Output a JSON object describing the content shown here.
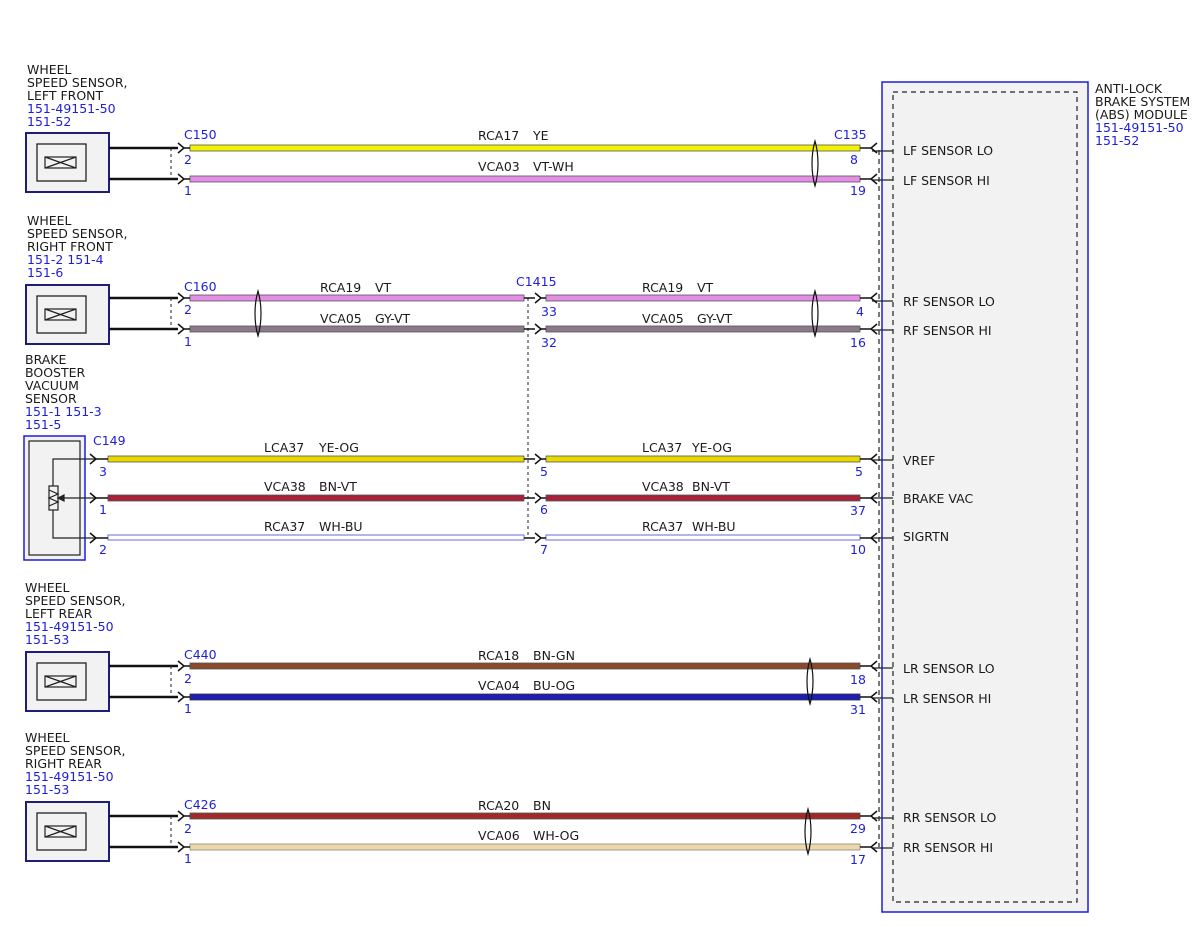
{
  "module": {
    "title_lines": [
      "ANTI-LOCK",
      "BRAKE SYSTEM",
      "(ABS) MODULE"
    ],
    "refs": [
      "151-49151-50",
      "151-52"
    ],
    "colors": {
      "frame": "#1e1edc",
      "fill": "#f2f2f2"
    }
  },
  "components": [
    {
      "id": "lf",
      "title_lines": [
        "WHEEL",
        "SPEED SENSOR,",
        "LEFT FRONT"
      ],
      "refs": [
        "151-49151-50",
        "151-52"
      ]
    },
    {
      "id": "rf",
      "title_lines": [
        "WHEEL",
        "SPEED SENSOR,",
        "RIGHT FRONT"
      ],
      "refs": [
        "151-2 151-4",
        "151-6"
      ]
    },
    {
      "id": "bbv",
      "title_lines": [
        "BRAKE",
        "BOOSTER",
        "VACUUM",
        "SENSOR"
      ],
      "refs": [
        "151-1 151-3",
        "151-5"
      ]
    },
    {
      "id": "lr",
      "title_lines": [
        "WHEEL",
        "SPEED SENSOR,",
        "LEFT REAR"
      ],
      "refs": [
        "151-49151-50",
        "151-53"
      ]
    },
    {
      "id": "rr",
      "title_lines": [
        "WHEEL",
        "SPEED SENSOR,",
        "RIGHT REAR"
      ],
      "refs": [
        "151-49151-50",
        "151-53"
      ]
    }
  ],
  "connectors": {
    "c150": "C150",
    "c135": "C135",
    "c160": "C160",
    "c1415": "C1415",
    "c149": "C149",
    "c440": "C440",
    "c426": "C426"
  },
  "circuits": [
    {
      "id": "rca17",
      "circuit": "RCA17",
      "color_code": "YE",
      "color": "#f2f200",
      "comp_pin": "2",
      "module_pin": "8",
      "signal": "LF SENSOR LO"
    },
    {
      "id": "vca03",
      "circuit": "VCA03",
      "color_code": "VT-WH",
      "color": "#e58ee5",
      "comp_pin": "1",
      "module_pin": "19",
      "signal": "LF SENSOR HI"
    },
    {
      "id": "rca19",
      "circuit": "RCA19",
      "color_code": "VT",
      "color": "#e58ee5",
      "comp_pin": "2",
      "inline_pin": "33",
      "module_pin": "4",
      "signal": "RF SENSOR LO"
    },
    {
      "id": "vca05",
      "circuit": "VCA05",
      "color_code": "GY-VT",
      "color": "#8a7a8a",
      "comp_pin": "1",
      "inline_pin": "32",
      "module_pin": "16",
      "signal": "RF SENSOR HI"
    },
    {
      "id": "lca37",
      "circuit": "LCA37",
      "color_code": "YE-OG",
      "color": "#e8d800",
      "comp_pin": "3",
      "inline_pin": "5",
      "module_pin": "5",
      "signal": "VREF"
    },
    {
      "id": "vca38",
      "circuit": "VCA38",
      "color_code": "BN-VT",
      "color": "#a8203a",
      "comp_pin": "1",
      "inline_pin": "6",
      "module_pin": "37",
      "signal": "BRAKE VAC"
    },
    {
      "id": "rca37",
      "circuit": "RCA37",
      "color_code": "WH-BU",
      "color": "#c8c8f0",
      "comp_pin": "2",
      "inline_pin": "7",
      "module_pin": "10",
      "signal": "SIGRTN"
    },
    {
      "id": "rca18",
      "circuit": "RCA18",
      "color_code": "BN-GN",
      "color": "#8a4a2a",
      "comp_pin": "2",
      "module_pin": "18",
      "signal": "LR SENSOR LO"
    },
    {
      "id": "vca04",
      "circuit": "VCA04",
      "color_code": "BU-OG",
      "color": "#1e1eb4",
      "comp_pin": "1",
      "module_pin": "31",
      "signal": "LR SENSOR HI"
    },
    {
      "id": "rca20",
      "circuit": "RCA20",
      "color_code": "BN",
      "color": "#a02a2a",
      "comp_pin": "2",
      "module_pin": "29",
      "signal": "RR SENSOR LO"
    },
    {
      "id": "vca06",
      "circuit": "VCA06",
      "color_code": "WH-OG",
      "color": "#ecd8a8",
      "comp_pin": "1",
      "module_pin": "17",
      "signal": "RR SENSOR HI"
    }
  ]
}
